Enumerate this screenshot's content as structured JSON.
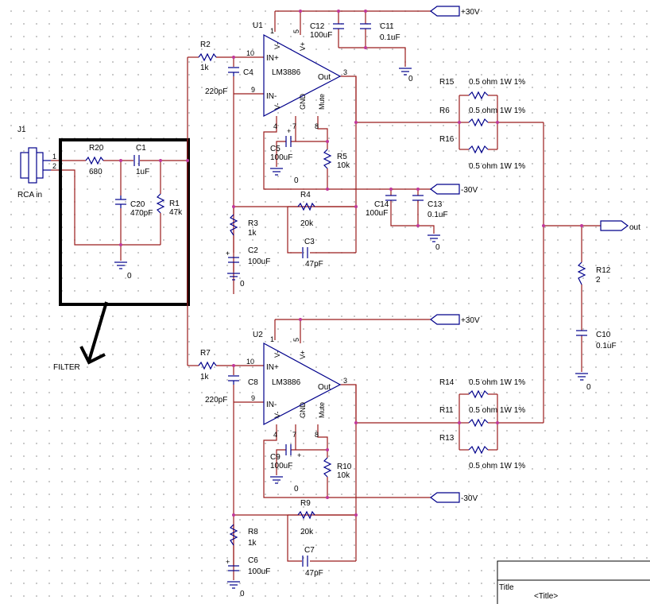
{
  "components": {
    "J1": {
      "ref": "J1",
      "value": "RCA in",
      "pin1": "1",
      "pin2": "2"
    },
    "R20": {
      "ref": "R20",
      "value": "680"
    },
    "C1": {
      "ref": "C1",
      "value": "1uF"
    },
    "C20": {
      "ref": "C20",
      "value": "470pF"
    },
    "R1": {
      "ref": "R1",
      "value": "47k"
    },
    "U1": {
      "ref": "U1",
      "part": "LM3886"
    },
    "U2": {
      "ref": "U2",
      "part": "LM3886"
    },
    "R2": {
      "ref": "R2",
      "value": "1k"
    },
    "C4": {
      "ref": "C4",
      "value": "220pF"
    },
    "R7": {
      "ref": "R7",
      "value": "1k"
    },
    "C8": {
      "ref": "C8",
      "value": "220pF"
    },
    "C12": {
      "ref": "C12",
      "value": "100uF"
    },
    "C11": {
      "ref": "C11",
      "value": "0.1uF"
    },
    "C5": {
      "ref": "C5",
      "value": "100uF"
    },
    "R5": {
      "ref": "R5",
      "value": "10k"
    },
    "C9": {
      "ref": "C9",
      "value": "100uF"
    },
    "R10": {
      "ref": "R10",
      "value": "10k"
    },
    "R4": {
      "ref": "R4",
      "value": "20k"
    },
    "C3": {
      "ref": "C3",
      "value": "47pF"
    },
    "R3": {
      "ref": "R3",
      "value": "1k"
    },
    "C2": {
      "ref": "C2",
      "value": "100uF"
    },
    "R9": {
      "ref": "R9",
      "value": "20k"
    },
    "C7": {
      "ref": "C7",
      "value": "47pF"
    },
    "R8": {
      "ref": "R8",
      "value": "1k"
    },
    "C6": {
      "ref": "C6",
      "value": "100uF"
    },
    "C14": {
      "ref": "C14",
      "value": "100uF"
    },
    "C13": {
      "ref": "C13",
      "value": "0.1uF"
    },
    "R15": {
      "ref": "R15",
      "value": "0.5 ohm  1W  1%"
    },
    "R6": {
      "ref": "R6",
      "value": "0.5 ohm  1W  1%"
    },
    "R16": {
      "ref": "R16",
      "value": "0.5 ohm  1W  1%"
    },
    "R14": {
      "ref": "R14",
      "value": "0.5 ohm  1W  1%"
    },
    "R11": {
      "ref": "R11",
      "value": "0.5 ohm  1W  1%"
    },
    "R13": {
      "ref": "R13",
      "value": "0.5 ohm  1W  1%"
    },
    "R12": {
      "ref": "R12",
      "value": "2"
    },
    "C10": {
      "ref": "C10",
      "value": "0.1uF"
    }
  },
  "pins": {
    "in_plus": "IN+",
    "in_minus": "IN-",
    "vplus": "V+",
    "vminus": "V-",
    "out": "Out",
    "gnd": "GND",
    "mute": "Mute",
    "p1": "1",
    "p3": "3",
    "p4": "4",
    "p5": "5",
    "p7": "7",
    "p8": "8",
    "p9": "9",
    "p10": "10",
    "cap_plus": "+"
  },
  "nets": {
    "pos_rail": "+30V",
    "neg_rail": "-30V",
    "ground": "0",
    "output": "out"
  },
  "annotation": {
    "filter_label": "FILTER"
  },
  "title_block": {
    "label": "Title",
    "value": "<Title>"
  }
}
